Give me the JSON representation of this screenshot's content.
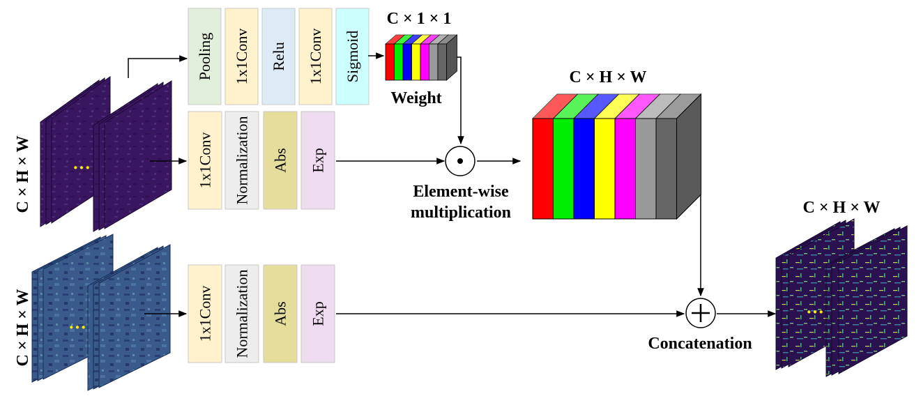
{
  "dim_labels": {
    "left_top": "C × H × W",
    "left_bottom": "C × H × W",
    "weight_dim": "C × 1 × 1",
    "cube_dim": "C × H × W",
    "output_dim": "C × H × W"
  },
  "top_branch": [
    {
      "label": "Pooling",
      "color": "#e2efda"
    },
    {
      "label": "1x1Conv",
      "color": "#fff2cc"
    },
    {
      "label": "Relu",
      "color": "#ddebf7"
    },
    {
      "label": "1x1Conv",
      "color": "#fff2cc"
    },
    {
      "label": "Sigmoid",
      "color": "#ccffff"
    }
  ],
  "middle_branch": [
    {
      "label": "1x1Conv",
      "color": "#fff2cc"
    },
    {
      "label": "Normalization",
      "color": "#ededed"
    },
    {
      "label": "Abs",
      "color": "#e6dc9c"
    },
    {
      "label": "Exp",
      "color": "#f0dcf0"
    }
  ],
  "bottom_branch": [
    {
      "label": "1x1Conv",
      "color": "#fff2cc"
    },
    {
      "label": "Normalization",
      "color": "#ededed"
    },
    {
      "label": "Abs",
      "color": "#e6dc9c"
    },
    {
      "label": "Exp",
      "color": "#f0dcf0"
    }
  ],
  "weight_label": "Weight",
  "multiply_label_line1": "Element-wise",
  "multiply_label_line2": "multiplication",
  "concat_label": "Concatenation",
  "multiply_symbol": "•",
  "concat_symbol": "+",
  "ellipsis": "···",
  "channel_colors": [
    "#ff0000",
    "#00ee00",
    "#0000ff",
    "#ffff00",
    "#ff00ff",
    "#999999",
    "#666666"
  ],
  "colors": {
    "feature_map_dark": "#3a1560",
    "feature_map_blue": "#3b5a8c",
    "feature_map_output": "#2a1250",
    "ellipsis": "#ffee00",
    "stroke": "#000000"
  }
}
